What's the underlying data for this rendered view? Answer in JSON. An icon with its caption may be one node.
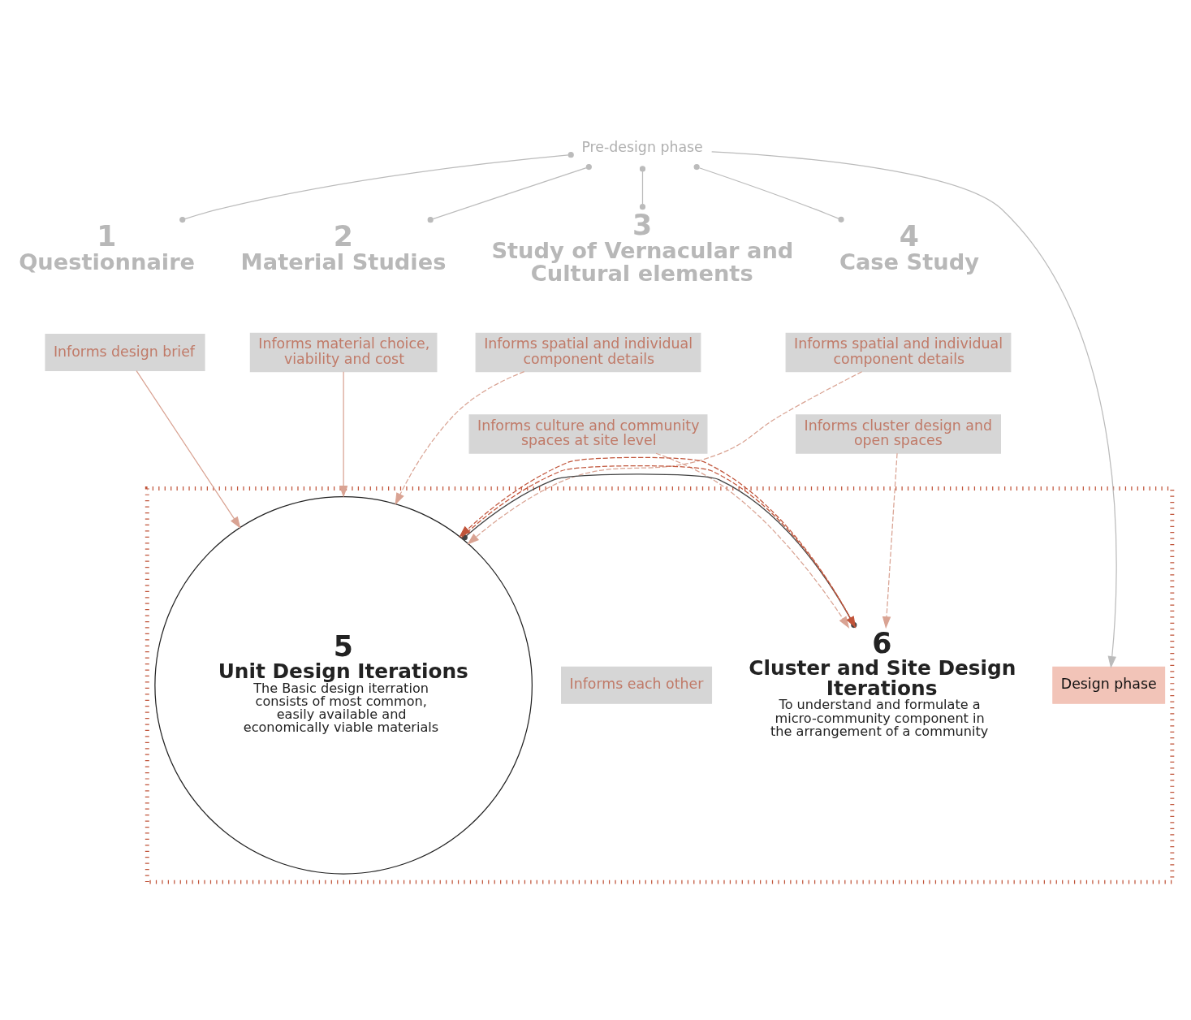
{
  "diagram": {
    "nodes": [
      {
        "text": [
          "Pre-design phase"
        ]
      },
      {
        "text": [
          "1",
          "Questionnaire"
        ]
      },
      {
        "text": [
          "2",
          "Material Studies"
        ]
      },
      {
        "text": [
          "3",
          "Study of Vernacular and Cultural elements"
        ]
      },
      {
        "text": [
          "4",
          "Case Study"
        ]
      },
      {
        "text": [
          "Informs design brief"
        ]
      },
      {
        "text": [
          "Informs material choice, viability and cost"
        ]
      },
      {
        "text": [
          "Informs spatial and individual component details"
        ]
      },
      {
        "text": [
          "Informs spatial and individual component details"
        ]
      },
      {
        "text": [
          "Informs culture and community spaces at site level"
        ]
      },
      {
        "text": [
          "Informs cluster design and open spaces"
        ]
      },
      {
        "text": [],
        "shape": "box"
      },
      {
        "text": [
          "5",
          "Unit Design Iterations",
          "The Basic design iterration consists of most common, easily available and economically viable materials"
        ],
        "in": 11
      },
      {
        "text": [
          "Design phase"
        ],
        "in": 11
      },
      {
        "text": [
          "6",
          "Cluster and Site Design Iterations",
          "To understand and formulate a micro-community component in the arrangement of a community"
        ],
        "in": 11
      },
      {
        "text": [
          "Informs each other"
        ],
        "in": 11
      }
    ],
    "edges": [
      {
        "from": 0,
        "to": 1,
        "arrow": "other"
      },
      {
        "from": 0,
        "to": 2,
        "arrow": "other"
      },
      {
        "from": 0,
        "to": 3,
        "arrow": "other"
      },
      {
        "from": 0,
        "to": 4,
        "arrow": "other"
      },
      {
        "from": 0,
        "to": 13,
        "arrow": "to"
      },
      {
        "from": 5,
        "to": 12,
        "arrow": "to",
        "color": "#d9a393"
      },
      {
        "from": 6,
        "to": 12,
        "arrow": "to",
        "color": "#d9a393"
      },
      {
        "from": 7,
        "to": 12,
        "arrow": "to",
        "style": "dashed",
        "color": "#d9a393"
      },
      {
        "from": 8,
        "to": 12,
        "arrow": "to",
        "style": "dashed",
        "color": "#d9a393"
      },
      {
        "from": 9,
        "to": 14,
        "arrow": "to",
        "style": "dashed",
        "color": "#d9a393"
      },
      {
        "from": 10,
        "to": 14,
        "arrow": "to",
        "style": "dashed",
        "color": "#d9a393"
      },
      {
        "from": 12,
        "to": 14,
        "arrow": "other",
        "color": "#444444"
      },
      {
        "from": 12,
        "to": 14,
        "arrow": "to",
        "style": "dashed",
        "color": "#c0543a"
      },
      {
        "from": 14,
        "to": 12,
        "arrow": "to",
        "style": "dashed",
        "color": "#c0543a"
      }
    ]
  }
}
